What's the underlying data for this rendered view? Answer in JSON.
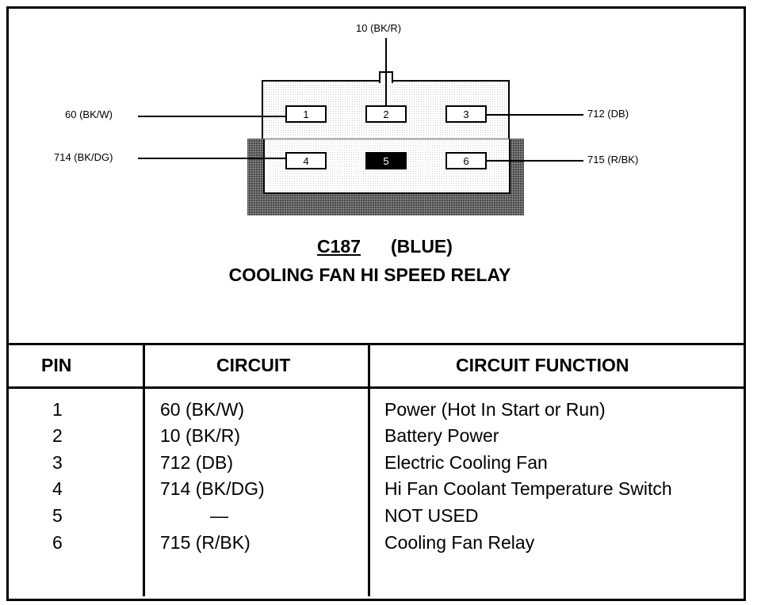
{
  "connector": {
    "id": "C187",
    "color": "(BLUE)",
    "name": "COOLING FAN HI SPEED RELAY",
    "pins": [
      "1",
      "2",
      "3",
      "4",
      "5",
      "6"
    ],
    "unused_pin": "5"
  },
  "wires": {
    "top": "10 (BK/R)",
    "left_upper": "60 (BK/W)",
    "left_lower": "714 (BK/DG)",
    "right_upper": "712 (DB)",
    "right_lower": "715 (R/BK)"
  },
  "table": {
    "headers": [
      "PIN",
      "CIRCUIT",
      "CIRCUIT FUNCTION"
    ],
    "rows": [
      {
        "pin": "1",
        "circuit": "60 (BK/W)",
        "function": "Power (Hot In Start or Run)"
      },
      {
        "pin": "2",
        "circuit": "10 (BK/R)",
        "function": "Battery Power"
      },
      {
        "pin": "3",
        "circuit": "712 (DB)",
        "function": "Electric Cooling Fan"
      },
      {
        "pin": "4",
        "circuit": "714 (BK/DG)",
        "function": "Hi Fan Coolant Temperature Switch"
      },
      {
        "pin": "5",
        "circuit": "—",
        "function": "NOT USED"
      },
      {
        "pin": "6",
        "circuit": "715 (R/BK)",
        "function": "Cooling Fan Relay"
      }
    ]
  }
}
